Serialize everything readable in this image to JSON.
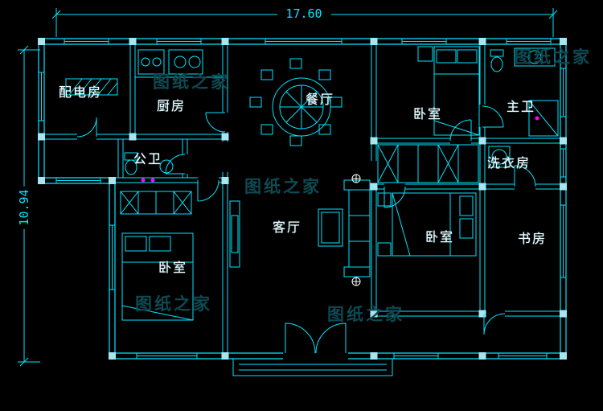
{
  "dimensions": {
    "width": "17.60",
    "height": "10.94"
  },
  "rooms": [
    {
      "name": "配电房"
    },
    {
      "name": "厨房"
    },
    {
      "name": "餐厅"
    },
    {
      "name": "卧室"
    },
    {
      "name": "主卫"
    },
    {
      "name": "公卫"
    },
    {
      "name": "洗衣房"
    },
    {
      "name": "客厅"
    },
    {
      "name": "卧室"
    },
    {
      "name": "书房"
    },
    {
      "name": "卧室"
    }
  ],
  "watermark": {
    "text": "图纸之家"
  },
  "colors": {
    "background": "#000000",
    "line": "#00e5ff",
    "label": "#f2fdff",
    "dimension": "#00e5ff",
    "watermark": "#0d4a53",
    "fixture_accent": "#ff00ff",
    "column_fill": "#a5e6f2"
  }
}
